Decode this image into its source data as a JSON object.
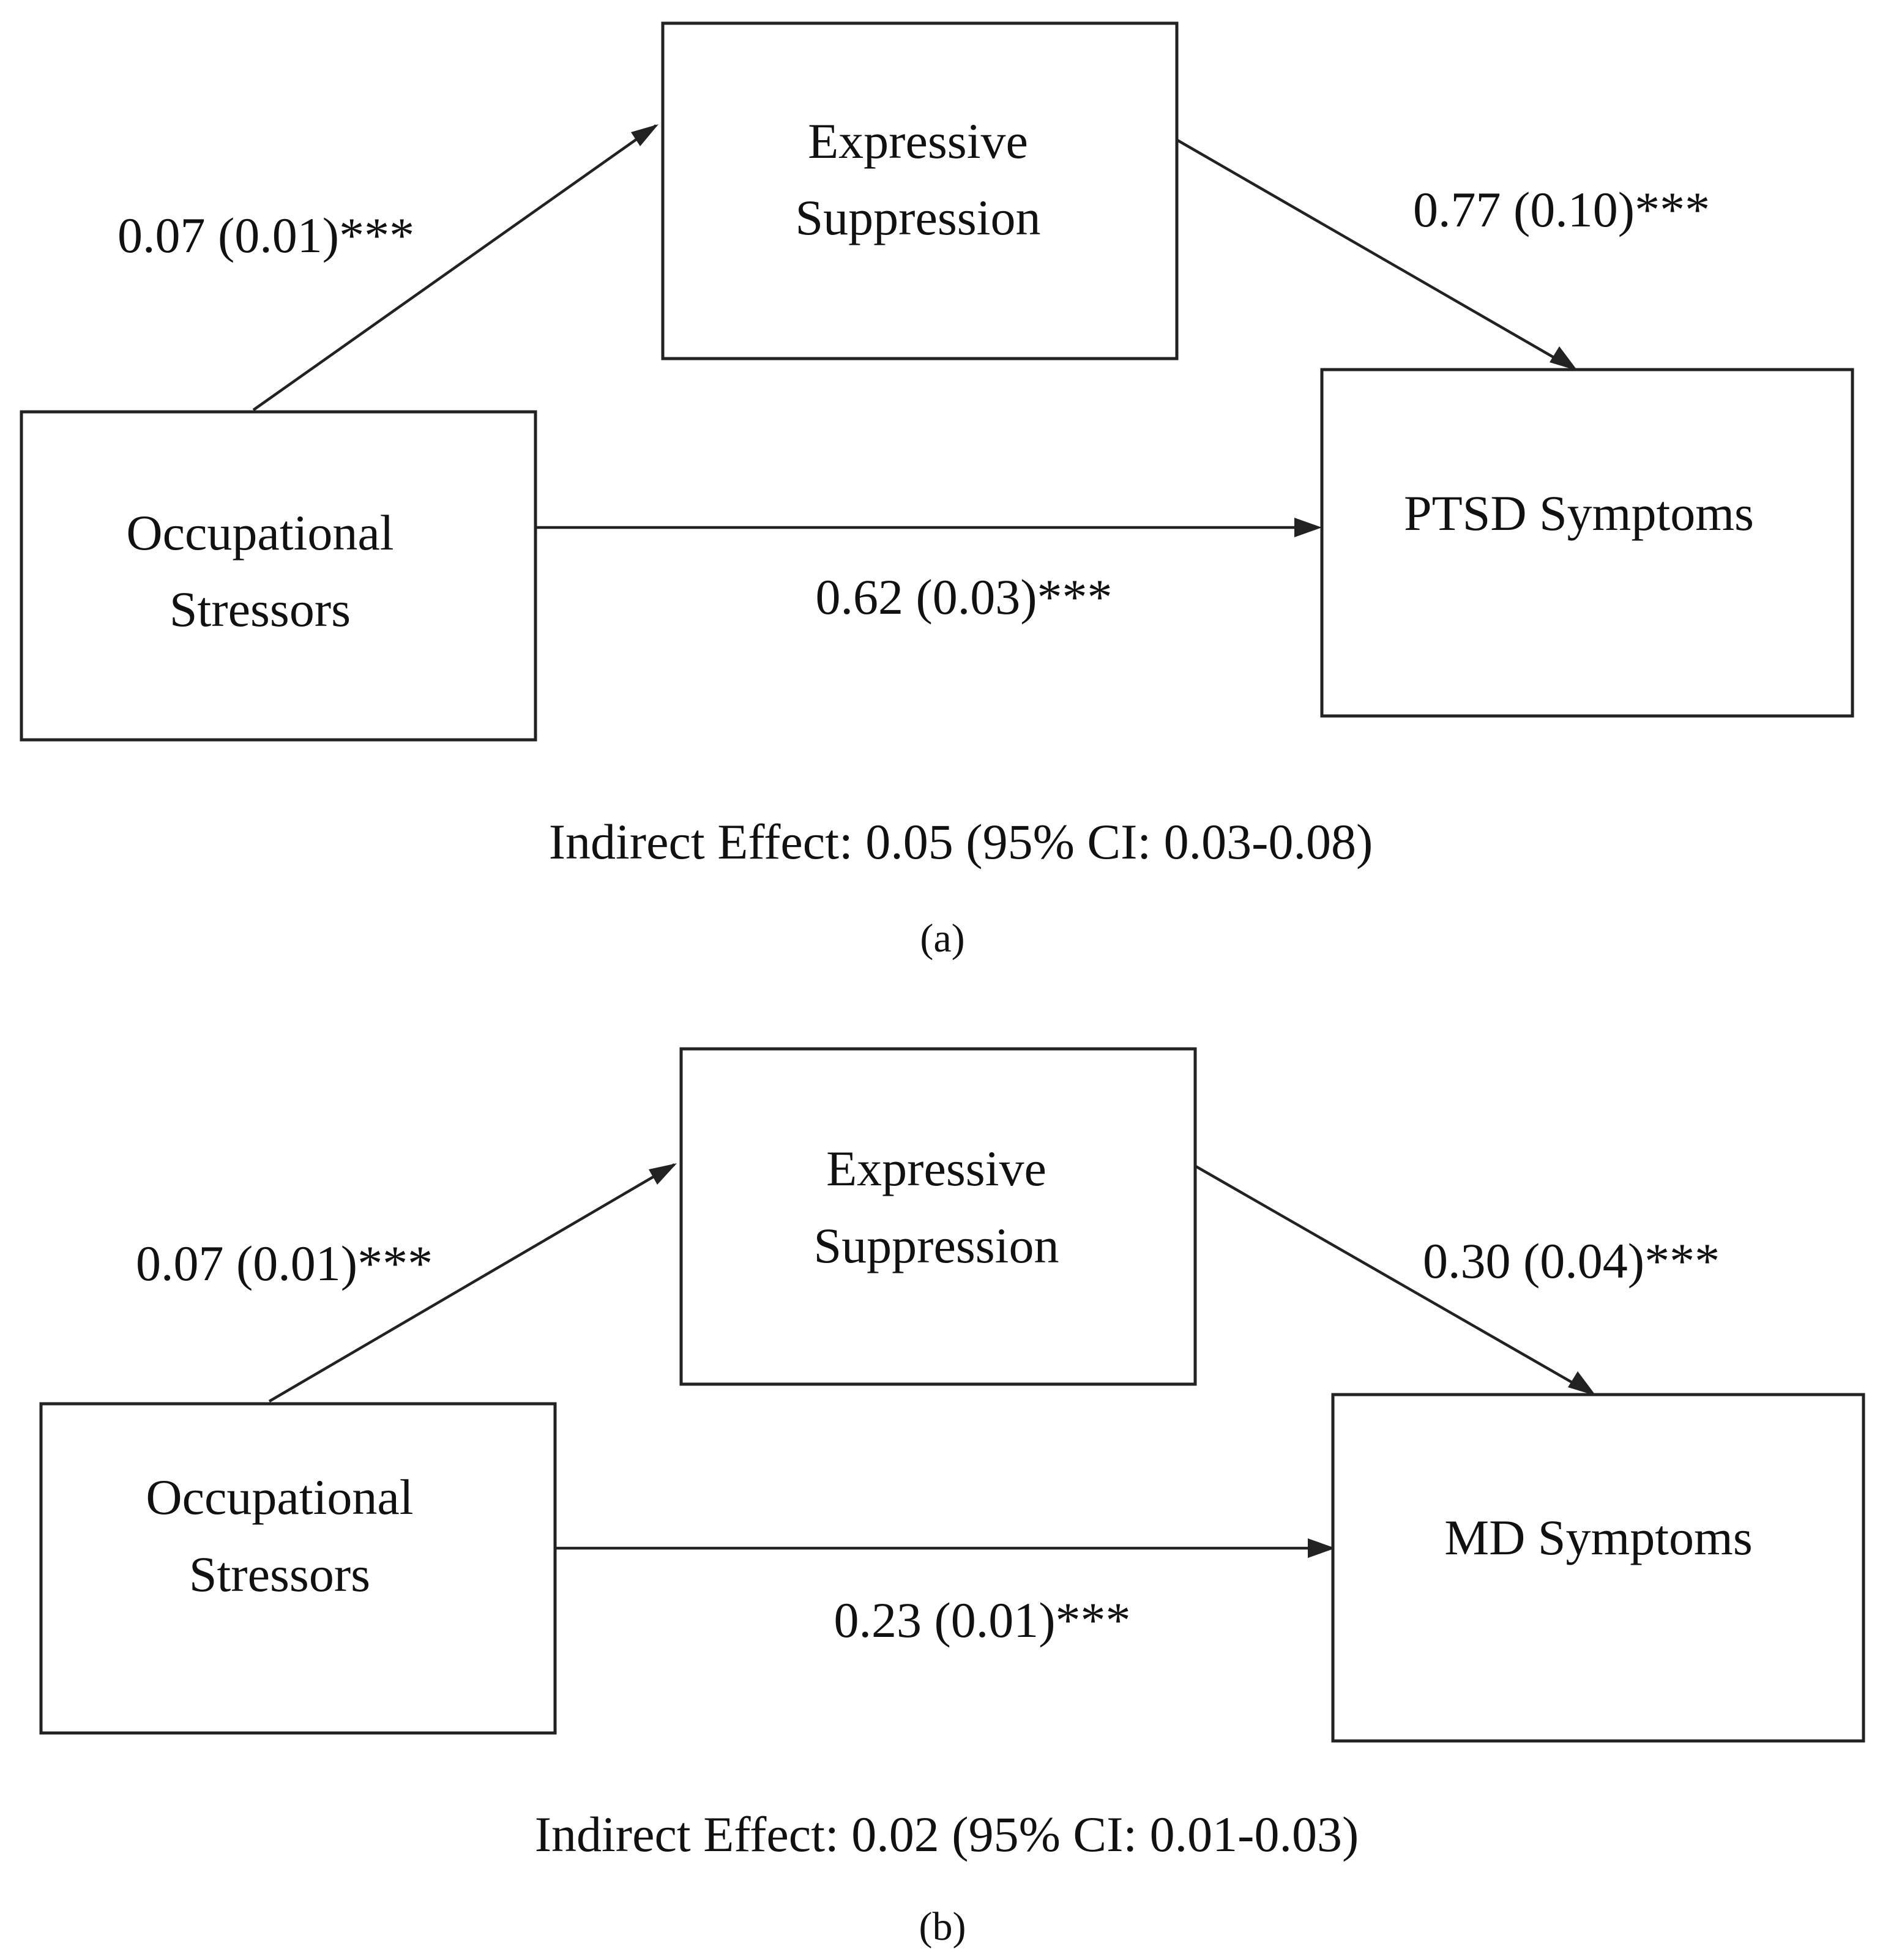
{
  "panels": [
    {
      "id": "a",
      "panel_label": "(a)",
      "nodes": {
        "predictor": [
          "Occupational",
          "Stressors"
        ],
        "mediator": [
          "Expressive",
          "Suppression"
        ],
        "outcome": [
          "PTSD Symptoms"
        ]
      },
      "paths": {
        "a_path": "0.07 (0.01)***",
        "b_path": "0.77 (0.10)***",
        "c_path": "0.62 (0.03)***"
      },
      "indirect_effect": "Indirect Effect: 0.05 (95% CI: 0.03-0.08)"
    },
    {
      "id": "b",
      "panel_label": "(b)",
      "nodes": {
        "predictor": [
          "Occupational",
          "Stressors"
        ],
        "mediator": [
          "Expressive",
          "Suppression"
        ],
        "outcome": [
          "MD Symptoms"
        ]
      },
      "paths": {
        "a_path": "0.07 (0.01)***",
        "b_path": "0.30 (0.04)***",
        "c_path": "0.23 (0.01)***"
      },
      "indirect_effect": "Indirect Effect: 0.02 (95% CI: 0.01-0.03)"
    }
  ]
}
